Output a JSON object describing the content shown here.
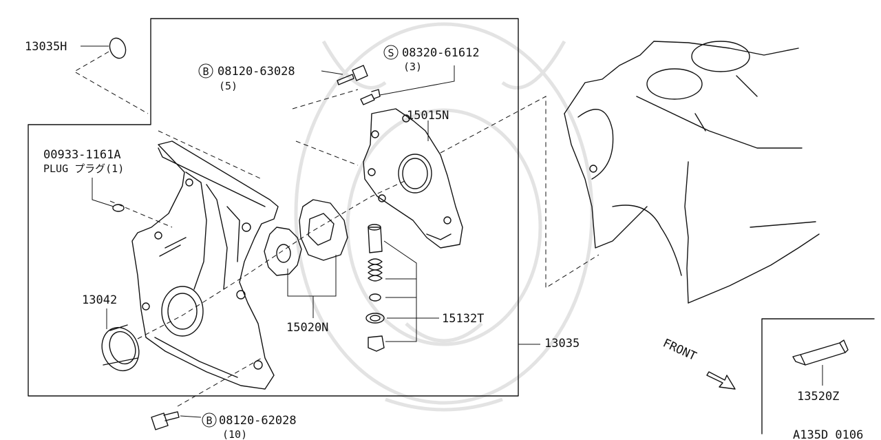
{
  "labels": {
    "p13035H": "13035H",
    "p08120_63028": "08120-63028",
    "p08120_63028_qty": "(5)",
    "p08320_61612": "08320-61612",
    "p08320_61612_qty": "(3)",
    "p15015N": "15015N",
    "p00933_1161A": "00933-1161A",
    "plug": "PLUG プラグ(1)",
    "p13042": "13042",
    "p15020N": "15020N",
    "p15132T": "15132T",
    "p13035": "13035",
    "p08120_62028": "08120-62028",
    "p08120_62028_qty": "(10)",
    "front": "FRONT",
    "p13520Z": "13520Z",
    "code": "A135D 0106"
  },
  "symbols": {
    "bolt_b": "B",
    "screw_s": "S"
  }
}
